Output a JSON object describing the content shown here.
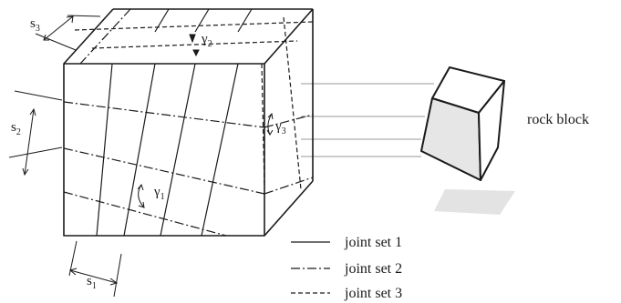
{
  "labels": {
    "rock_block": "rock block",
    "s1": "s",
    "s1_sub": "1",
    "s2": "s",
    "s2_sub": "2",
    "s3": "s",
    "s3_sub": "3",
    "g1": "γ",
    "g1_sub": "1",
    "g2": "γ",
    "g2_sub": "2",
    "g3": "γ",
    "g3_sub": "3"
  },
  "legend": [
    {
      "label": "joint set 1",
      "style": "solid"
    },
    {
      "label": "joint set 2",
      "style": "dash-dot"
    },
    {
      "label": "joint set 3",
      "style": "dashed"
    }
  ],
  "colors": {
    "line": "#1a1a1a",
    "block_face": "#e6e6e6",
    "shadow": "#e3e3e3",
    "connector": "#9a9a9a"
  }
}
